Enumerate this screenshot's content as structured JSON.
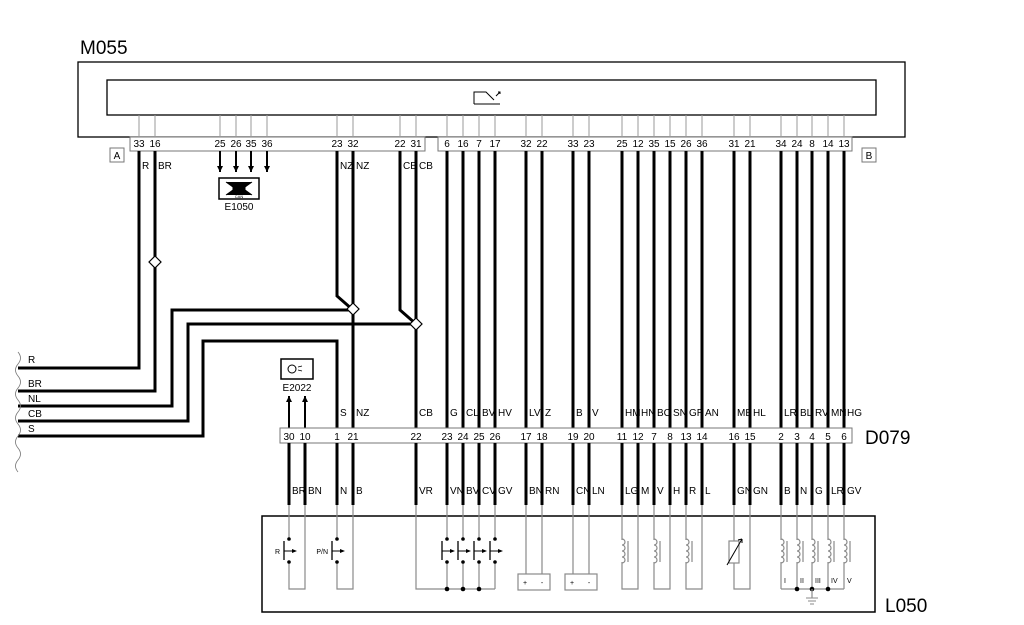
{
  "components": {
    "ecu": "M055",
    "gearbox_ecu": "D079",
    "gearbox": "L050",
    "can_node": "E1050",
    "can_icon_text": "CAN",
    "sensor": "E2022"
  },
  "m055": {
    "connector_a_label": "A",
    "connector_b_label": "B",
    "pins_a": [
      {
        "pin": "33",
        "wire": "R"
      },
      {
        "pin": "16",
        "wire": "BR"
      },
      {
        "pin": "25",
        "wire": ""
      },
      {
        "pin": "26",
        "wire": ""
      },
      {
        "pin": "35",
        "wire": ""
      },
      {
        "pin": "36",
        "wire": ""
      },
      {
        "pin": "23",
        "wire": "NZ"
      },
      {
        "pin": "32",
        "wire": "NZ"
      },
      {
        "pin": "22",
        "wire": "CB"
      },
      {
        "pin": "31",
        "wire": "CB"
      }
    ],
    "pins_b": [
      "6",
      "16",
      "7",
      "17",
      "32",
      "22",
      "33",
      "23",
      "25",
      "12",
      "35",
      "15",
      "26",
      "36",
      "31",
      "21",
      "34",
      "24",
      "8",
      "14",
      "13"
    ]
  },
  "d079": {
    "pins": [
      {
        "pin": "30",
        "upper": "",
        "lower": "BR"
      },
      {
        "pin": "10",
        "upper": "",
        "lower": "BN"
      },
      {
        "pin": "1",
        "upper": "S",
        "lower": "N"
      },
      {
        "pin": "21",
        "upper": "NZ",
        "lower": "B"
      },
      {
        "pin": "22",
        "upper": "CB",
        "lower": "VR"
      },
      {
        "pin": "23",
        "upper": "G",
        "lower": "VN"
      },
      {
        "pin": "24",
        "upper": "CL",
        "lower": "BV"
      },
      {
        "pin": "25",
        "upper": "BV",
        "lower": "CV"
      },
      {
        "pin": "26",
        "upper": "HV",
        "lower": "GV"
      },
      {
        "pin": "17",
        "upper": "LV",
        "lower": "BN"
      },
      {
        "pin": "18",
        "upper": "Z",
        "lower": "RN"
      },
      {
        "pin": "19",
        "upper": "B",
        "lower": "CN"
      },
      {
        "pin": "20",
        "upper": "V",
        "lower": "LN"
      },
      {
        "pin": "11",
        "upper": "HM",
        "lower": "LG"
      },
      {
        "pin": "12",
        "upper": "HN",
        "lower": "M"
      },
      {
        "pin": "7",
        "upper": "BC",
        "lower": "V"
      },
      {
        "pin": "8",
        "upper": "SN",
        "lower": "H"
      },
      {
        "pin": "13",
        "upper": "GR",
        "lower": "R"
      },
      {
        "pin": "14",
        "upper": "AN",
        "lower": "L"
      },
      {
        "pin": "16",
        "upper": "MB",
        "lower": "GN"
      },
      {
        "pin": "15",
        "upper": "HL",
        "lower": "GN"
      },
      {
        "pin": "2",
        "upper": "LR",
        "lower": "B"
      },
      {
        "pin": "3",
        "upper": "BL",
        "lower": "N"
      },
      {
        "pin": "4",
        "upper": "RV",
        "lower": "G"
      },
      {
        "pin": "5",
        "upper": "MN",
        "lower": "LR"
      },
      {
        "pin": "6",
        "upper": "HG",
        "lower": "GV"
      }
    ]
  },
  "harness_left": [
    "R",
    "BR",
    "NL",
    "CB",
    "S"
  ],
  "l050": {
    "switch_labels": [
      "R",
      "P/N"
    ],
    "battery_plus": "+",
    "battery_minus": "-",
    "coil_labels": [
      "I",
      "II",
      "III",
      "IV",
      "V"
    ]
  },
  "colors": {
    "wire": "#000000",
    "internal": "#8a8a8a"
  }
}
